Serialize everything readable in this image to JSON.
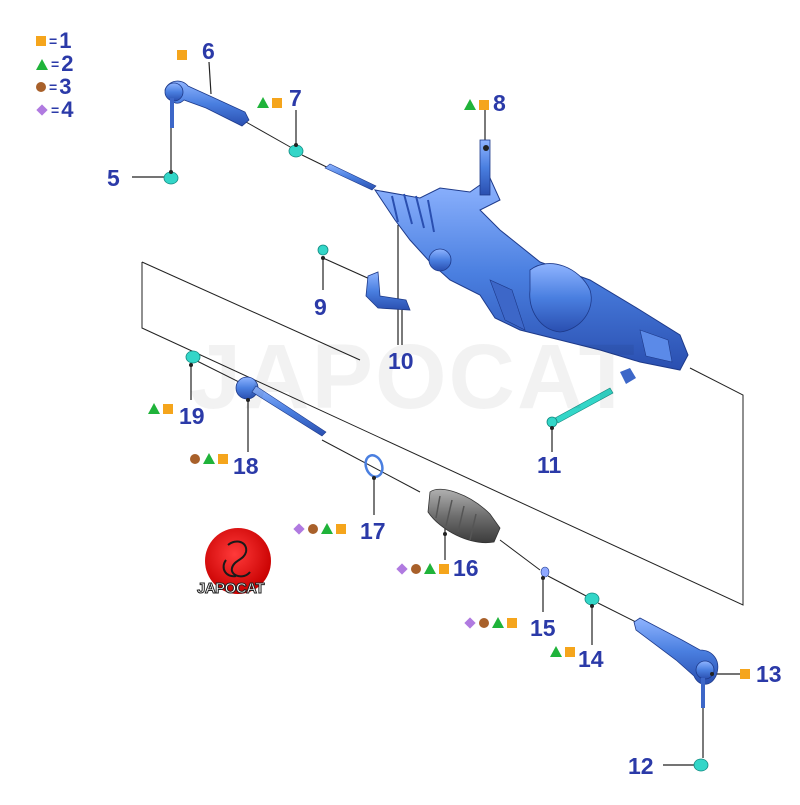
{
  "legend": [
    {
      "symbol": "square",
      "label": "1"
    },
    {
      "symbol": "triangle",
      "label": "2"
    },
    {
      "symbol": "circle",
      "label": "3"
    },
    {
      "symbol": "diamond",
      "label": "4"
    }
  ],
  "symbol_colors": {
    "square": "#f5a51c",
    "triangle": "#1fb33a",
    "circle": "#a8602a",
    "diamond": "#b07ae0"
  },
  "callouts": [
    {
      "number": "5",
      "symbols": []
    },
    {
      "number": "6",
      "symbols": [
        "square"
      ]
    },
    {
      "number": "7",
      "symbols": [
        "triangle",
        "square"
      ]
    },
    {
      "number": "8",
      "symbols": [
        "triangle",
        "square"
      ]
    },
    {
      "number": "9",
      "symbols": []
    },
    {
      "number": "10",
      "symbols": []
    },
    {
      "number": "11",
      "symbols": []
    },
    {
      "number": "12",
      "symbols": []
    },
    {
      "number": "13",
      "symbols": [
        "square"
      ]
    },
    {
      "number": "14",
      "symbols": [
        "triangle",
        "square"
      ]
    },
    {
      "number": "15",
      "symbols": [
        "diamond",
        "circle",
        "triangle",
        "square"
      ]
    },
    {
      "number": "16",
      "symbols": [
        "diamond",
        "circle",
        "triangle",
        "square"
      ]
    },
    {
      "number": "17",
      "symbols": [
        "diamond",
        "circle",
        "triangle",
        "square"
      ]
    },
    {
      "number": "18",
      "symbols": [
        "circle",
        "triangle",
        "square"
      ]
    },
    {
      "number": "19",
      "symbols": [
        "triangle",
        "square"
      ]
    }
  ],
  "watermark_text": "JAPOCAT",
  "logo_text": "JAPOCAT",
  "part_color": "#4a7fe0",
  "clip_color": "#33d6c8",
  "boot_color": "#6e6e6e"
}
